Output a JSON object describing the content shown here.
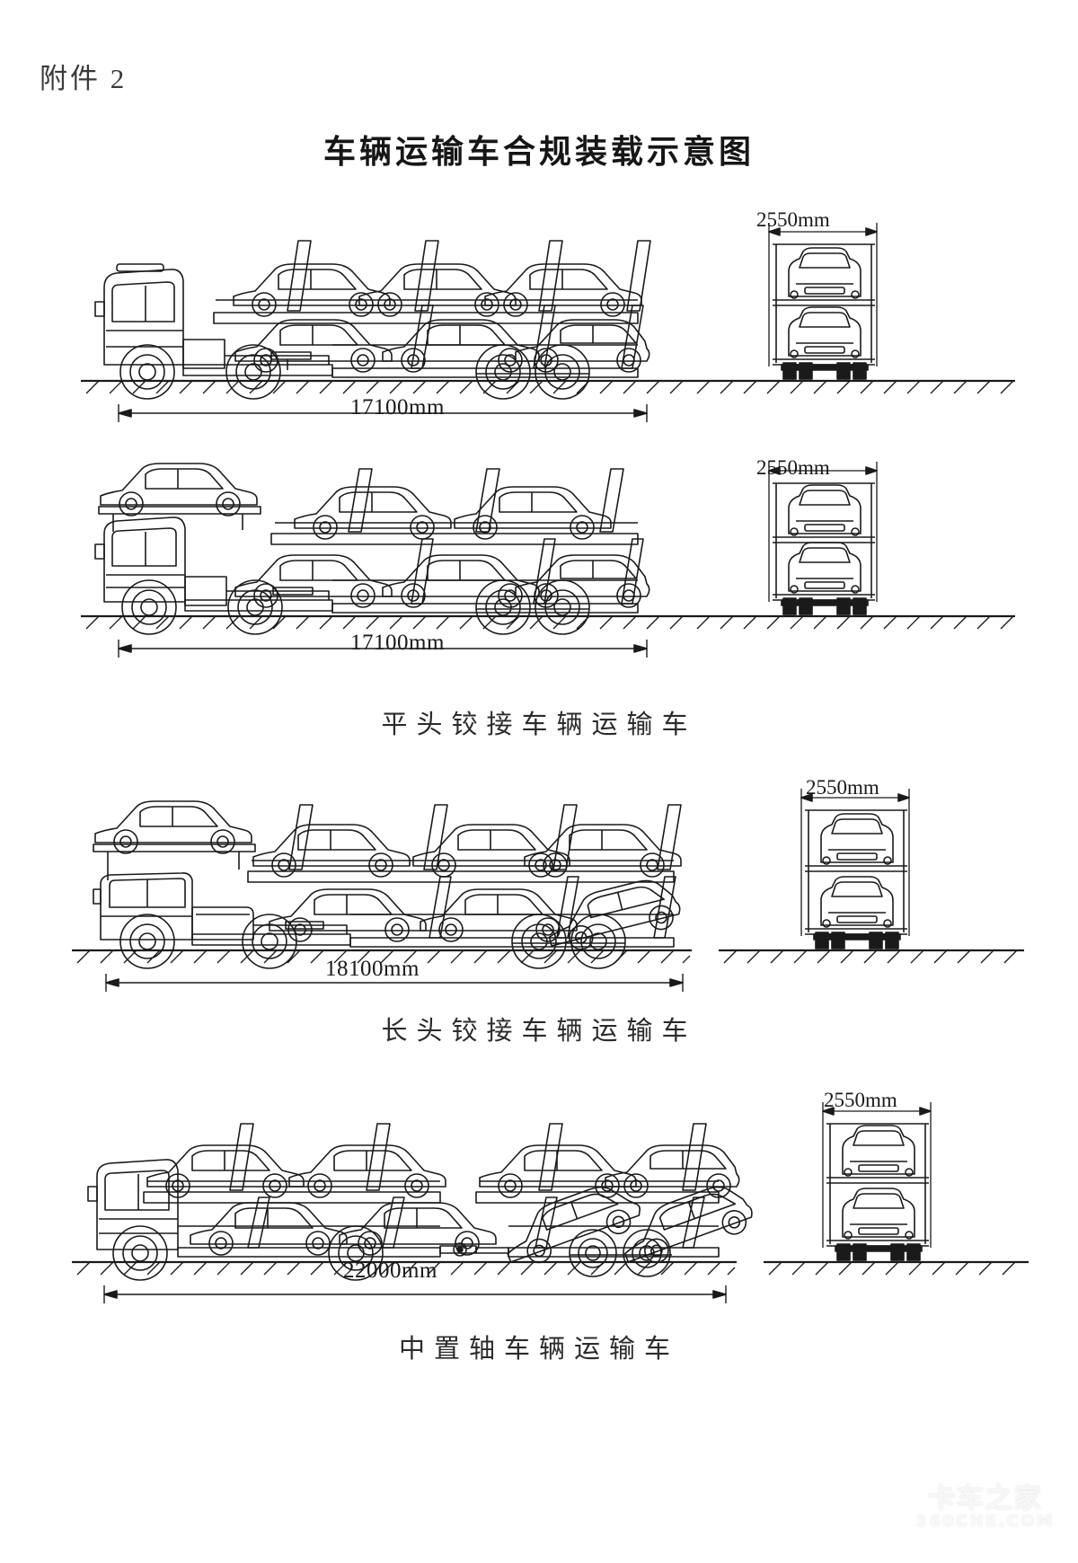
{
  "document": {
    "attachment_label": "附件 2",
    "title": "车辆运输车合规装载示意图"
  },
  "sections": [
    {
      "id": "flat-nose-1",
      "length_dimension": "17100mm",
      "width_dimension": "2550mm",
      "caption": ""
    },
    {
      "id": "flat-nose-2",
      "length_dimension": "17100mm",
      "width_dimension": "2550mm",
      "caption": "平头铰接车辆运输车"
    },
    {
      "id": "long-nose",
      "length_dimension": "18100mm",
      "width_dimension": "2550mm",
      "caption": "长头铰接车辆运输车"
    },
    {
      "id": "center-axle",
      "length_dimension": "22000mm",
      "width_dimension": "2550mm",
      "caption": "中置轴车辆运输车"
    }
  ],
  "watermark": {
    "cn": "卡车之家",
    "en": "360CHE.COM"
  },
  "chart_data": {
    "type": "diagram",
    "title": "车辆运输车合规装载示意图",
    "subtitle": "附件 2",
    "units": "mm",
    "note": "Technical line-drawing schematic of compliant car-carrier loading configurations (side elevation + rear elevation per configuration)",
    "configurations": [
      {
        "name": "平头铰接车辆运输车",
        "variant": "tractor flat-nose, cars loaded on deck only",
        "overall_length_mm": 17100,
        "overall_width_mm": 2550,
        "decks": 2,
        "cars_upper_deck": 3,
        "cars_lower_deck": 3,
        "cars_over_cab": 0,
        "rear_view_cars": 2
      },
      {
        "name": "平头铰接车辆运输车",
        "variant": "tractor flat-nose, one car over the cab",
        "overall_length_mm": 17100,
        "overall_width_mm": 2550,
        "decks": 2,
        "cars_upper_deck": 2,
        "cars_lower_deck": 3,
        "cars_over_cab": 1,
        "rear_view_cars": 2
      },
      {
        "name": "长头铰接车辆运输车",
        "variant": "long-nose tractor",
        "overall_length_mm": 18100,
        "overall_width_mm": 2550,
        "decks": 2,
        "cars_upper_deck": 3,
        "cars_lower_deck": 2,
        "cars_over_cab": 1,
        "rear_view_cars": 2
      },
      {
        "name": "中置轴车辆运输车",
        "variant": "center-axle drawbar trailer combination",
        "overall_length_mm": 22000,
        "overall_width_mm": 2550,
        "decks": 2,
        "cars_upper_deck": 4,
        "cars_lower_deck": 4,
        "cars_over_cab": 0,
        "rear_view_cars": 2
      }
    ],
    "length_labels": [
      "17100mm",
      "17100mm",
      "18100mm",
      "22000mm"
    ],
    "width_labels": [
      "2550mm",
      "2550mm",
      "2550mm",
      "2550mm"
    ]
  }
}
